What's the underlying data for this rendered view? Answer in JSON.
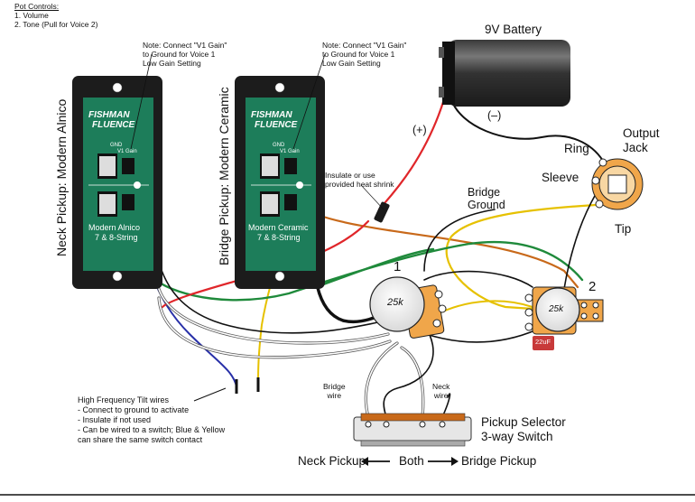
{
  "pot_controls": {
    "heading": "Pot Controls:",
    "items": [
      "1. Volume",
      "2. Tone (Pull for Voice 2)"
    ]
  },
  "notes": {
    "neck_note": "Note: Connect \"V1 Gain\"\nto Ground for Voice 1\nLow Gain Setting",
    "bridge_note": "Note: Connect \"V1 Gain\"\nto Ground for Voice 1\nLow Gain Setting",
    "insulate": "Insulate or use\nprovided heat shrink"
  },
  "pickups": {
    "neck_side_label": "Neck Pickup: Modern Alnico",
    "bridge_side_label": "Bridge Pickup: Modern Ceramic",
    "brand": "FISHMAN",
    "series": "FLUENCE",
    "neck_model": "Modern Alnico",
    "bridge_model": "Modern Ceramic",
    "strings": "7 & 8-String",
    "gnd": "GND",
    "v1gain": "V1 Gain"
  },
  "battery": {
    "label": "9V Battery",
    "plus": "(+)",
    "minus": "(–)"
  },
  "jack": {
    "title": "Output\nJack",
    "ring": "Ring",
    "sleeve": "Sleeve",
    "tip": "Tip"
  },
  "pots": {
    "pot1_number": "1",
    "pot2_number": "2",
    "pot1_value": "25k",
    "pot2_value": "25k",
    "cap": "22uF",
    "bridge_ground": "Bridge\nGround"
  },
  "switch": {
    "bridge_wire": "Bridge\nwire",
    "neck_wire": "Neck\nwire",
    "title": "Pickup Selector\n3-way Switch",
    "positions_neck": "Neck Pickup",
    "positions_both": "Both",
    "positions_bridge": "Bridge Pickup"
  },
  "hf_tilt": {
    "title": "High Frequency Tilt wires",
    "lines": [
      "- Connect to ground to activate",
      "- Insulate if not used",
      "- Can be wired to a switch; Blue & Yellow",
      "can share the same switch contact"
    ]
  },
  "colors": {
    "pickup_body": "#1c1c1c",
    "pcb_green": "#1d7d5a",
    "wire_red": "#e0262a",
    "wire_green": "#1f8a3b",
    "wire_blue": "#2830a8",
    "wire_yellow": "#e6c100",
    "wire_orange": "#c8691a",
    "pot_orange": "#f0a64a",
    "cap_red": "#c83a3a"
  }
}
